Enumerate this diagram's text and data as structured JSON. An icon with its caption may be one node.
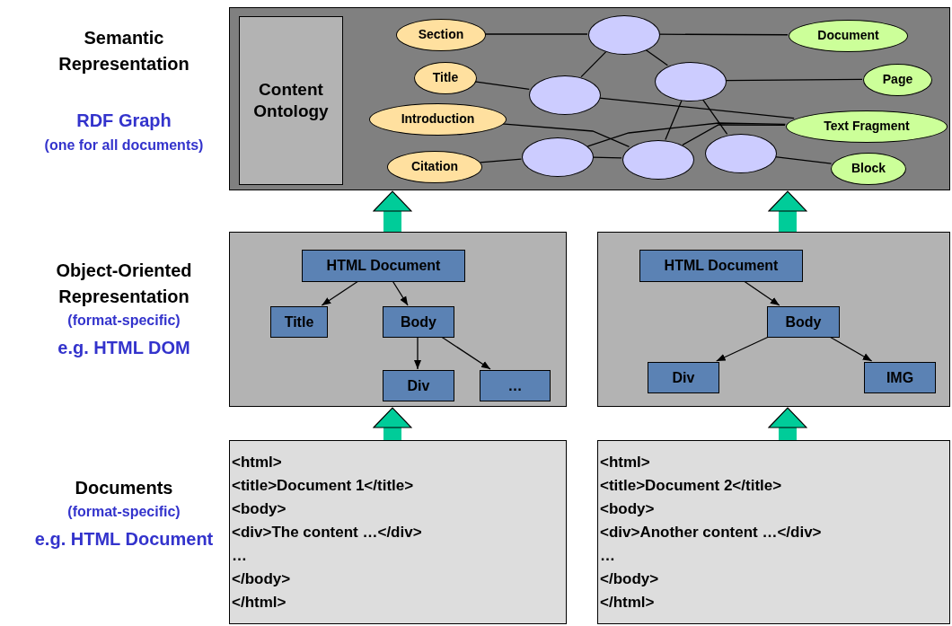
{
  "diagram": {
    "nodes": [
      {
        "text": [],
        "shape": "box"
      },
      {
        "text": [
          "Content Ontology"
        ],
        "in": 0
      },
      {
        "text": [
          "Section"
        ],
        "in": 0
      },
      {
        "text": [],
        "shape": "ellipse",
        "in": 0
      },
      {
        "text": [
          "Document"
        ],
        "in": 0
      },
      {
        "text": [
          "Title"
        ],
        "in": 0
      },
      {
        "text": [],
        "shape": "ellipse",
        "in": 0
      },
      {
        "text": [],
        "shape": "ellipse",
        "in": 0
      },
      {
        "text": [
          "Page"
        ],
        "in": 0
      },
      {
        "text": [
          "Introduction"
        ],
        "in": 0
      },
      {
        "text": [
          "Text Fragment"
        ],
        "in": 0
      },
      {
        "text": [],
        "shape": "ellipse",
        "in": 0
      },
      {
        "text": [],
        "shape": "ellipse",
        "in": 0
      },
      {
        "text": [],
        "shape": "ellipse",
        "in": 0
      },
      {
        "text": [
          "Citation"
        ],
        "in": 0
      },
      {
        "text": [
          "Block"
        ],
        "in": 0
      },
      {
        "text": [],
        "shape": "box"
      },
      {
        "text": [
          "HTML Document"
        ],
        "in": 16
      },
      {
        "text": [
          "Title"
        ],
        "in": 16
      },
      {
        "text": [
          "Body"
        ],
        "in": 16
      },
      {
        "text": [
          "Div"
        ],
        "in": 16
      },
      {
        "text": [
          "…"
        ],
        "in": 16
      },
      {
        "text": [],
        "shape": "box"
      },
      {
        "text": [
          "HTML Document"
        ],
        "in": 22
      },
      {
        "text": [
          "Body"
        ],
        "in": 22
      },
      {
        "text": [
          "Div"
        ],
        "in": 22
      },
      {
        "text": [
          "IMG"
        ],
        "in": 22
      },
      {
        "text": [
          "<html>",
          "<title>Document 1</title>",
          "<body>",
          "<div>The content …</div>",
          "…",
          "</body>",
          "</html>"
        ]
      },
      {
        "text": [
          "<html>",
          "<title>Document 2</title>",
          "<body>",
          "<div>Another content …</div>",
          "…",
          "</body>",
          "</html>"
        ]
      }
    ],
    "edges": [
      {
        "from": 2,
        "to": 3,
        "arrow": "none"
      },
      {
        "from": 3,
        "to": 4,
        "arrow": "none"
      },
      {
        "from": 3,
        "to": 6,
        "arrow": "none"
      },
      {
        "from": 3,
        "to": 7,
        "arrow": "none"
      },
      {
        "from": 5,
        "to": 6,
        "arrow": "none"
      },
      {
        "from": 6,
        "to": 10,
        "arrow": "none"
      },
      {
        "from": 7,
        "to": 8,
        "arrow": "none"
      },
      {
        "from": 7,
        "to": 12,
        "arrow": "none"
      },
      {
        "from": 7,
        "to": 13,
        "arrow": "none"
      },
      {
        "from": 9,
        "to": 12,
        "arrow": "none"
      },
      {
        "from": 11,
        "to": 10,
        "arrow": "none"
      },
      {
        "from": 12,
        "to": 10,
        "arrow": "none"
      },
      {
        "from": 14,
        "to": 11,
        "arrow": "none"
      },
      {
        "from": 11,
        "to": 12,
        "arrow": "none"
      },
      {
        "from": 13,
        "to": 15,
        "arrow": "none"
      },
      {
        "from": 17,
        "to": 18,
        "arrow": "to"
      },
      {
        "from": 17,
        "to": 19,
        "arrow": "to"
      },
      {
        "from": 19,
        "to": 20,
        "arrow": "to"
      },
      {
        "from": 19,
        "to": 21,
        "arrow": "to"
      },
      {
        "from": 23,
        "to": 24,
        "arrow": "to"
      },
      {
        "from": 24,
        "to": 25,
        "arrow": "to"
      },
      {
        "from": 24,
        "to": 26,
        "arrow": "to"
      },
      {
        "from": 27,
        "to": 16,
        "arrow": "to",
        "style": "thick",
        "color": "#00cc99"
      },
      {
        "from": 16,
        "to": 0,
        "arrow": "to",
        "style": "thick",
        "color": "#00cc99"
      },
      {
        "from": 28,
        "to": 22,
        "arrow": "to",
        "style": "thick",
        "color": "#00cc99"
      },
      {
        "from": 22,
        "to": 0,
        "arrow": "to",
        "style": "thick",
        "color": "#00cc99"
      }
    ],
    "labels": [
      "Semantic Representation",
      "RDF Graph",
      "(one for all documents)",
      "Object-Oriented Representation",
      "(format-specific)",
      "e.g. HTML DOM",
      "Documents",
      "(format-specific)",
      "e.g. HTML Document"
    ]
  }
}
